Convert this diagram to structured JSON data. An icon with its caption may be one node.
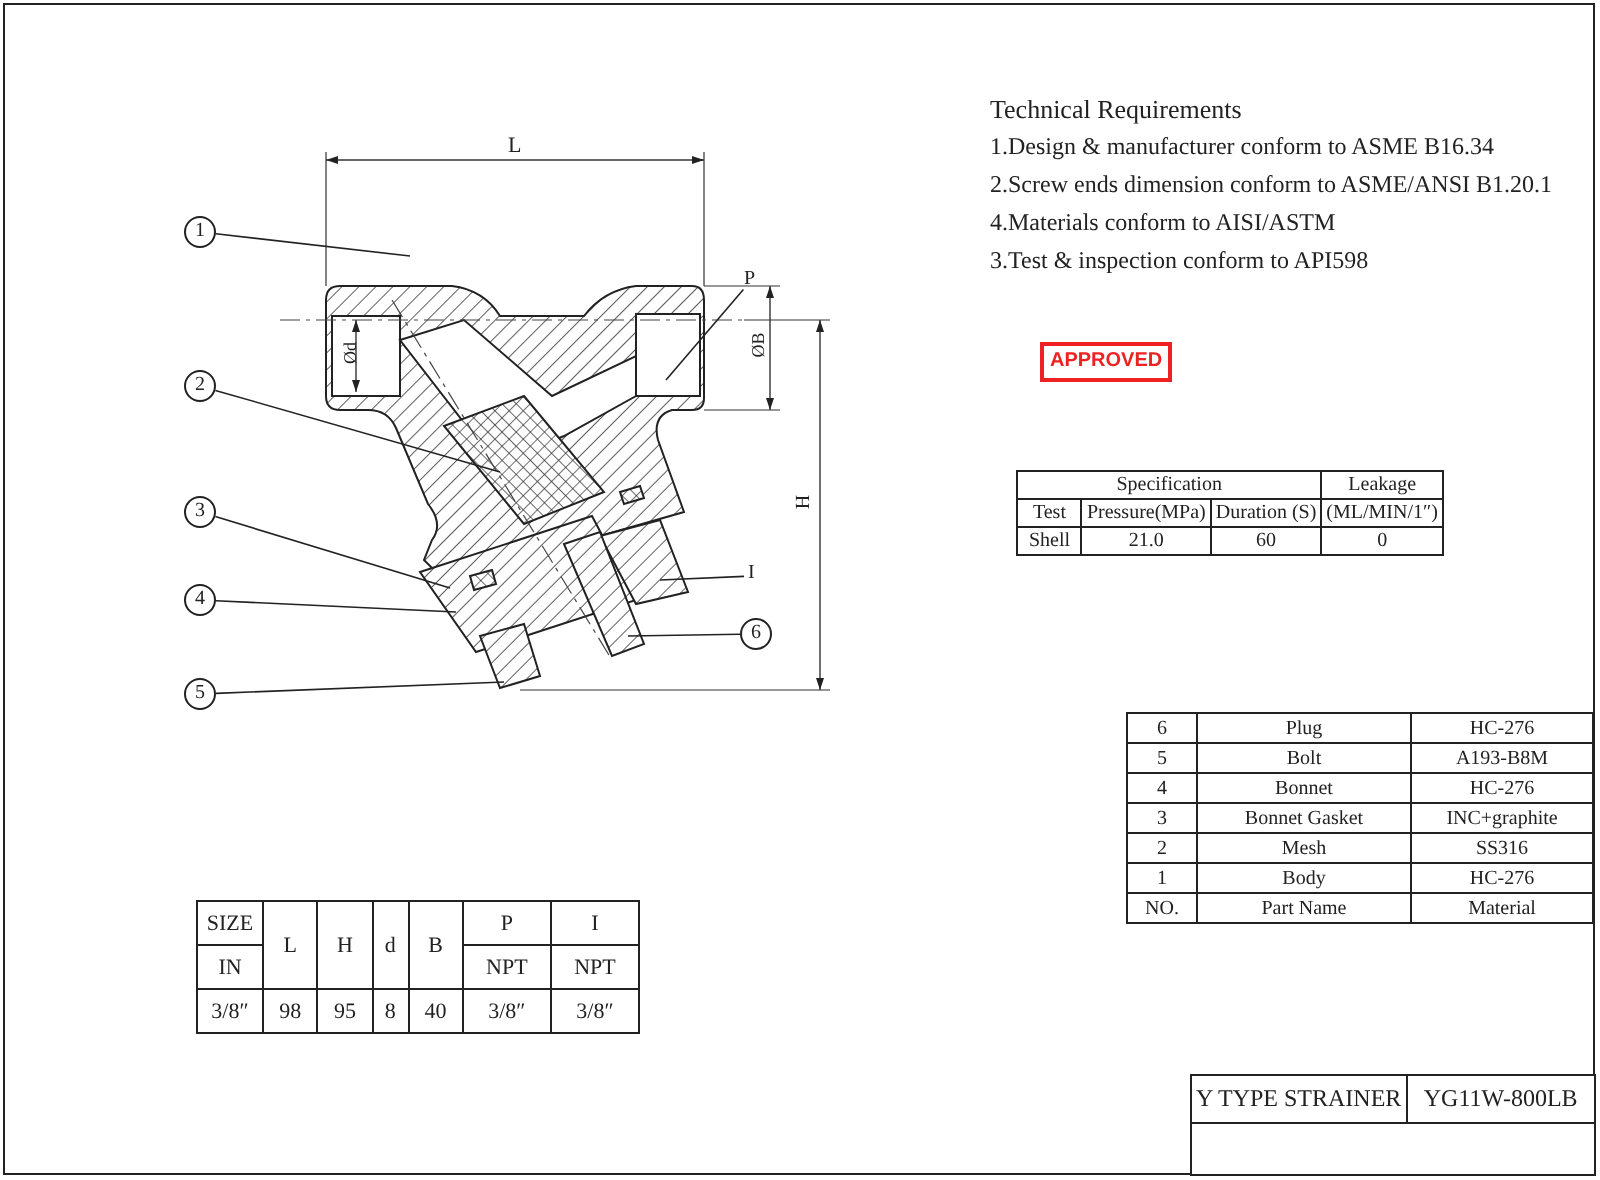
{
  "diagram": {
    "nodes": [
      {
        "text": [
          "1"
        ]
      },
      {
        "text": [
          "2"
        ]
      },
      {
        "text": [
          "3"
        ]
      },
      {
        "text": [
          "4"
        ]
      },
      {
        "text": [
          "5"
        ]
      },
      {
        "text": [
          "6"
        ]
      },
      {
        "text": [
          "P"
        ]
      },
      {
        "text": [
          "I"
        ]
      }
    ],
    "edges": [
      {
        "from": 0,
        "to": null,
        "arrow": "none"
      },
      {
        "from": 1,
        "to": null,
        "arrow": "none"
      },
      {
        "from": 2,
        "to": null,
        "arrow": "none"
      },
      {
        "from": 3,
        "to": null,
        "arrow": "none"
      },
      {
        "from": 4,
        "to": null,
        "arrow": "none"
      },
      {
        "from": 5,
        "to": null,
        "arrow": "none"
      },
      {
        "from": 6,
        "to": null,
        "arrow": "none"
      },
      {
        "from": 7,
        "to": null,
        "arrow": "none"
      }
    ],
    "labels": [
      "L",
      "Ød",
      "ØB",
      "H",
      "Technical Requirements",
      "1.Design & manufacturer conform to ASME B16.34",
      "2.Screw ends dimension conform to ASME/ANSI B1.20.1",
      "4.Materials conform to AISI/ASTM",
      "3.Test & inspection conform to API598",
      "APPROVED",
      "Specification",
      "Leakage",
      "Test",
      "Pressure(MPa)",
      "Duration (S)",
      "(ML/MIN/1″)",
      "Shell",
      "21.0",
      "60",
      "0",
      "6",
      "Plug",
      "HC-276",
      "5",
      "Bolt",
      "A193-B8M",
      "4",
      "Bonnet",
      "HC-276",
      "3",
      "Bonnet Gasket",
      "INC+graphite",
      "2",
      "Mesh",
      "SS316",
      "1",
      "Body",
      "HC-276",
      "NO.",
      "Part Name",
      "Material",
      "SIZE",
      "L",
      "H",
      "d",
      "B",
      "P",
      "I",
      "IN",
      "NPT",
      "NPT",
      "3/8″",
      "98",
      "95",
      "8",
      "40",
      "3/8″",
      "3/8″",
      "Y TYPE STRAINER",
      "YG11W-800LB"
    ]
  }
}
